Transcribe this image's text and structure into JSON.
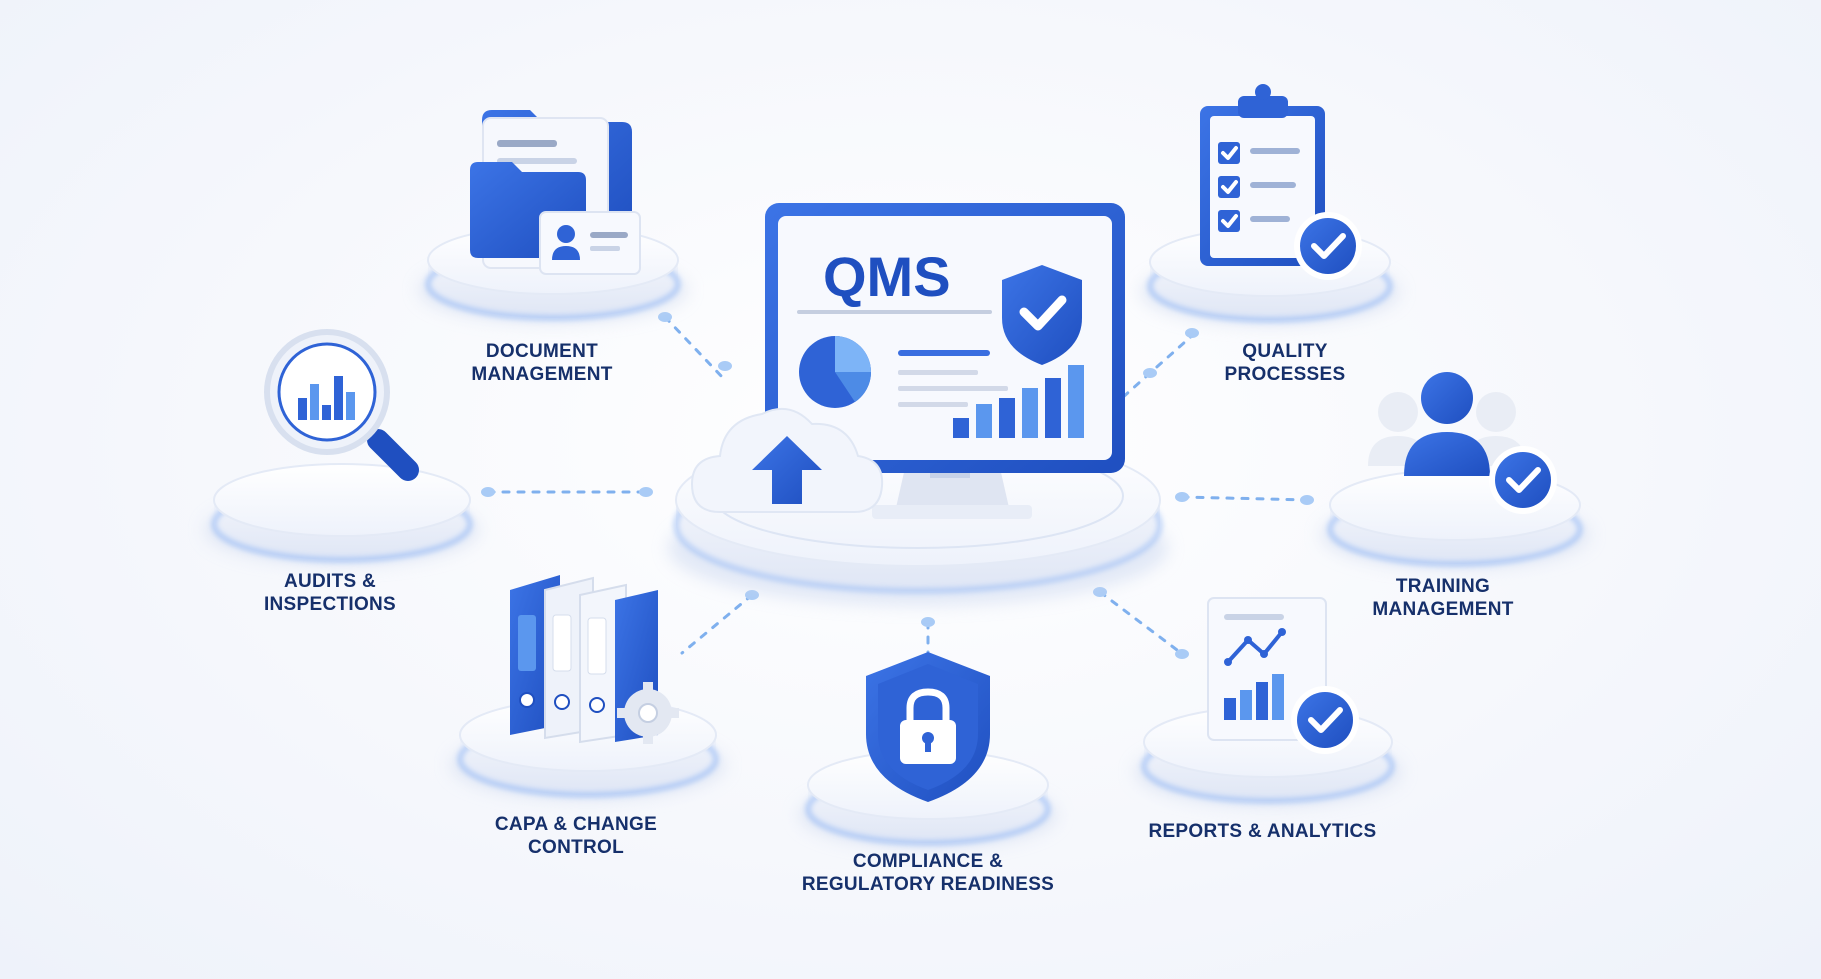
{
  "center": {
    "monitor_title": "QMS",
    "icons": [
      "pie-chart-icon",
      "shield-check-icon",
      "bar-chart-icon",
      "cloud-upload-icon"
    ]
  },
  "modules": [
    {
      "id": "document-management",
      "line1": "DOCUMENT",
      "line2": "MANAGEMENT",
      "icon": "folder-documents-icon"
    },
    {
      "id": "quality-processes",
      "line1": "QUALITY",
      "line2": "PROCESSES",
      "icon": "clipboard-checklist-icon"
    },
    {
      "id": "audits-inspections",
      "line1": "AUDITS &",
      "line2": "INSPECTIONS",
      "icon": "magnifier-chart-icon"
    },
    {
      "id": "training-management",
      "line1": "TRAINING",
      "line2": "MANAGEMENT",
      "icon": "team-check-icon"
    },
    {
      "id": "capa-change-control",
      "line1": "CAPA & CHANGE",
      "line2": "CONTROL",
      "icon": "binders-gear-icon"
    },
    {
      "id": "compliance-readiness",
      "line1": "COMPLIANCE &",
      "line2": "REGULATORY READINESS",
      "icon": "shield-lock-icon"
    },
    {
      "id": "reports-analytics",
      "line1": "REPORTS & ANALYTICS",
      "line2": "",
      "icon": "report-chart-check-icon"
    }
  ],
  "colors": {
    "primary": "#2f63d6",
    "dark_blue": "#1e4fc1",
    "light_blue": "#5fa0f0",
    "text": "#16306b",
    "platform": "#ffffff",
    "platform_glow": "#8fb5f5",
    "connector": "#7fb0ee"
  }
}
